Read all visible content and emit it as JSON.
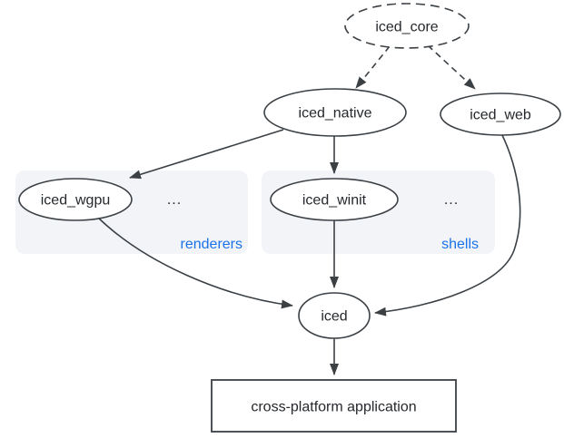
{
  "diagram": {
    "nodes": {
      "core": {
        "label": "iced_core",
        "border": "dashed"
      },
      "native": {
        "label": "iced_native",
        "border": "solid"
      },
      "web": {
        "label": "iced_web",
        "border": "solid"
      },
      "wgpu": {
        "label": "iced_wgpu",
        "border": "solid",
        "group": "renderers"
      },
      "winit": {
        "label": "iced_winit",
        "border": "solid",
        "group": "shells"
      },
      "iced": {
        "label": "iced",
        "border": "solid"
      },
      "app": {
        "label": "cross-platform application",
        "shape": "rectangle"
      }
    },
    "groups": {
      "renderers": {
        "label": "renderers",
        "ellipsis": "..."
      },
      "shells": {
        "label": "shells",
        "ellipsis": "..."
      }
    },
    "edges": [
      {
        "from": "iced_core",
        "to": "iced_native",
        "style": "dashed"
      },
      {
        "from": "iced_core",
        "to": "iced_web",
        "style": "dashed"
      },
      {
        "from": "iced_native",
        "to": "iced_wgpu",
        "style": "solid"
      },
      {
        "from": "iced_native",
        "to": "iced_winit",
        "style": "solid"
      },
      {
        "from": "iced_winit",
        "to": "iced",
        "style": "solid"
      },
      {
        "from": "iced_wgpu",
        "to": "iced",
        "style": "solid"
      },
      {
        "from": "iced_web",
        "to": "iced",
        "style": "solid"
      },
      {
        "from": "iced",
        "to": "cross-platform application",
        "style": "solid"
      }
    ],
    "colors": {
      "stroke": "#3b4045",
      "text": "#25282c",
      "group_label": "#1a73e8",
      "group_bg": "#f2f4f8",
      "node_fill": "#ffffff",
      "canvas_bg": "#ffffff"
    }
  }
}
